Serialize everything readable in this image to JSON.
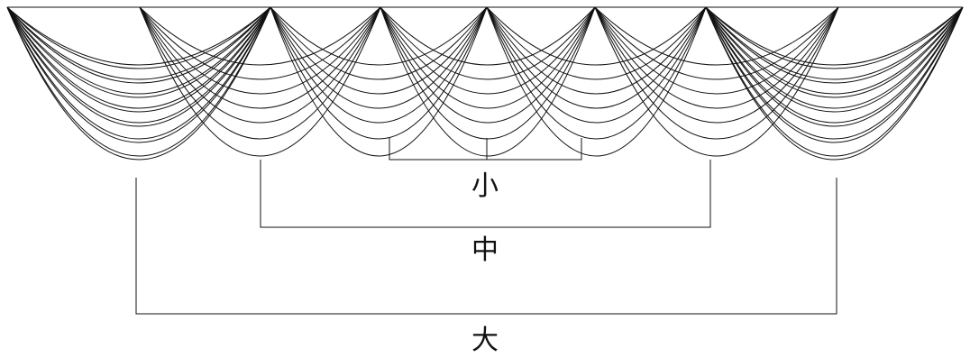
{
  "labels": {
    "small": "小",
    "medium": "中",
    "large": "大"
  },
  "colors": {
    "line": "#111111",
    "background": "#ffffff"
  }
}
